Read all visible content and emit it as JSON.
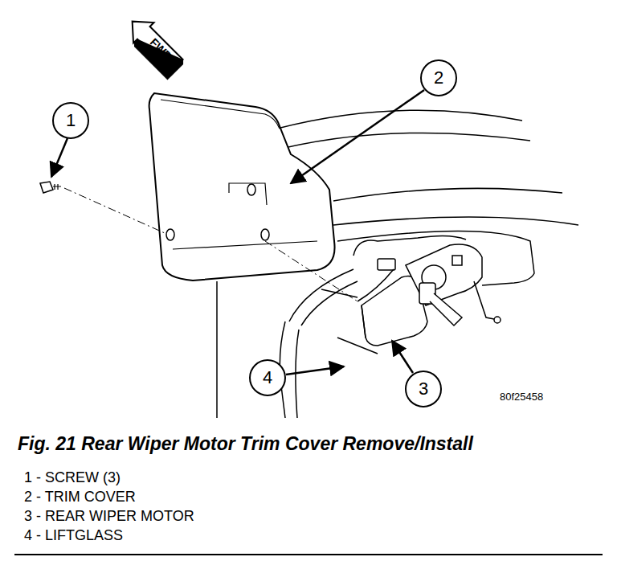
{
  "diagram": {
    "caption": "Fig. 21 Rear Wiper Motor Trim Cover Remove/Install",
    "nodes": [
      {
        "text": [
          "1"
        ]
      },
      {
        "text": [
          "2"
        ]
      },
      {
        "text": [
          "3"
        ]
      },
      {
        "text": [
          "4"
        ]
      }
    ],
    "labels": [
      "FWD",
      "80f25458",
      "1 - SCREW (3)",
      "2 - TRIM COVER",
      "3 - REAR WIPER MOTOR",
      "4 - LIFTGLASS"
    ]
  }
}
